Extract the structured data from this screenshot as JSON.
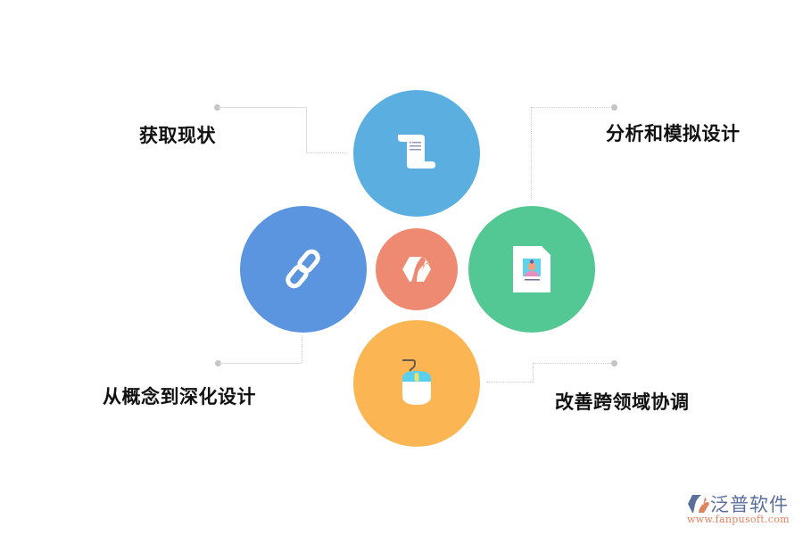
{
  "diagram": {
    "center": {
      "name": "core",
      "color": "#ef8a72",
      "icon": "brand-leaf-icon"
    },
    "nodes": [
      {
        "id": "top",
        "label": "获取现状",
        "color": "#5aafe0",
        "icon": "scroll-document-icon"
      },
      {
        "id": "right",
        "label": "分析和模拟设计",
        "color": "#54c894",
        "icon": "profile-card-icon"
      },
      {
        "id": "left",
        "label": "从概念到深化设计",
        "color": "#5b95e0",
        "icon": "chain-link-icon"
      },
      {
        "id": "bottom",
        "label": "改善跨领域协调",
        "color": "#fbb552",
        "icon": "mouse-icon"
      }
    ],
    "connector_color": "#dcdcdc",
    "dot_color": "#c4c4c4"
  },
  "watermark": {
    "brand": "泛普软件",
    "url": "www.fanpusoft.com",
    "brand_color": "#5a6f9c",
    "url_color": "#e0825e"
  }
}
